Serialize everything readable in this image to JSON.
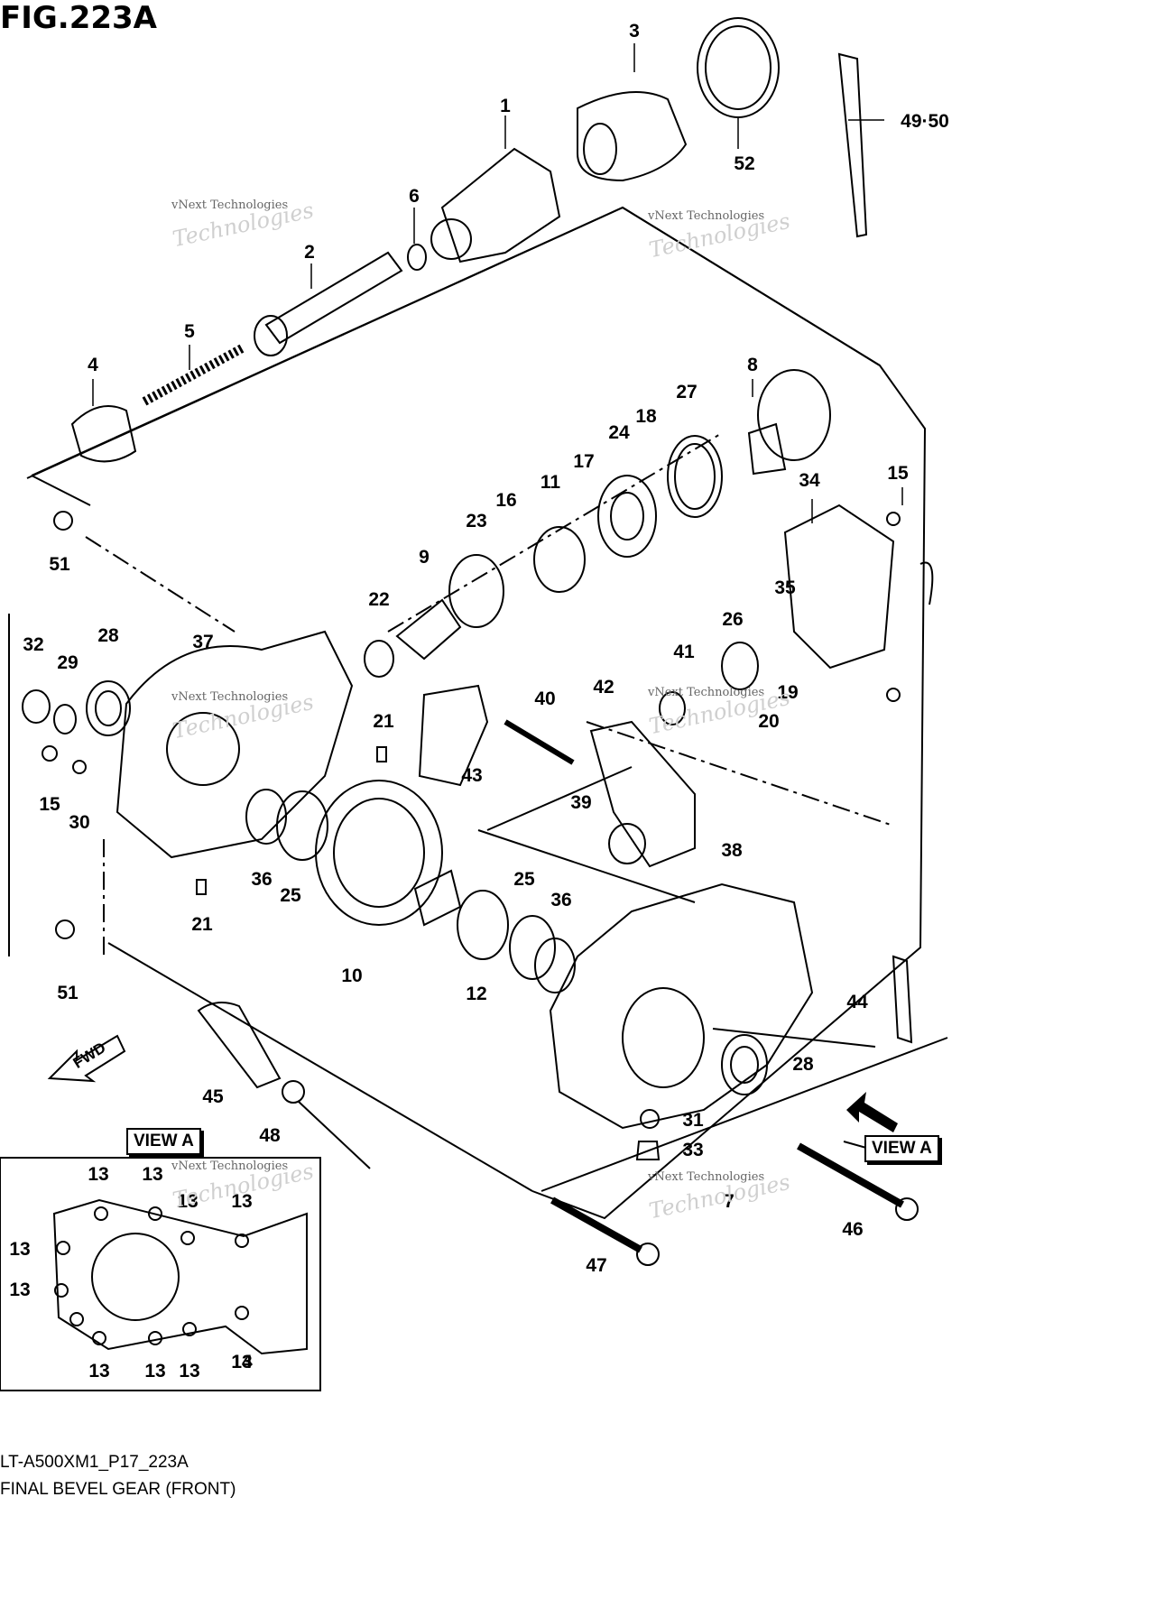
{
  "figure": {
    "title": "FIG.223A",
    "code": "LT-A500XM1_P17_223A",
    "name": "FINAL BEVEL GEAR (FRONT)"
  },
  "labels": {
    "view_a": "VIEW A",
    "fwd": "FWD",
    "watermark_line": "vNext Technologies",
    "watermark_big": "Technologies"
  },
  "callouts": [
    "1",
    "2",
    "3",
    "4",
    "5",
    "6",
    "8",
    "9",
    "10",
    "11",
    "12",
    "15",
    "15",
    "16",
    "17",
    "18",
    "19",
    "20",
    "21",
    "21",
    "22",
    "23",
    "24",
    "25",
    "25",
    "26",
    "27",
    "28",
    "28",
    "29",
    "30",
    "31",
    "32",
    "33",
    "34",
    "35",
    "36",
    "36",
    "37",
    "38",
    "39",
    "40",
    "41",
    "42",
    "43",
    "44",
    "45",
    "46",
    "47",
    "48",
    "49·50",
    "51",
    "51",
    "52",
    "7",
    "13",
    "13",
    "13",
    "13",
    "13",
    "13",
    "13",
    "13",
    "13",
    "13",
    "14"
  ]
}
